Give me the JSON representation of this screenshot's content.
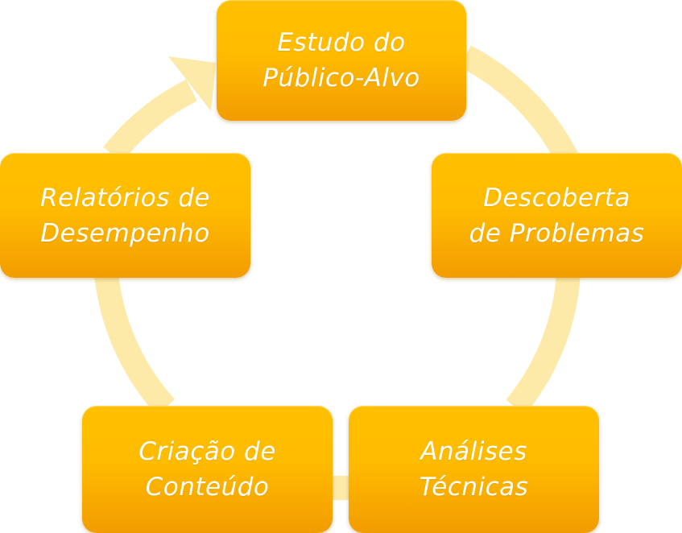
{
  "diagram": {
    "type": "cycle",
    "colors": {
      "node_fill": "#ffbb00",
      "node_text": "#ffffff",
      "ring": "#fde9a8"
    },
    "steps": [
      {
        "label": "Estudo do\nPúblico-Alvo"
      },
      {
        "label": "Descoberta\nde Problemas"
      },
      {
        "label": "Análises\nTécnicas"
      },
      {
        "label": "Criação de\nConteúdo"
      },
      {
        "label": "Relatórios de\nDesempenho"
      }
    ],
    "arrow": {
      "from": "Relatórios de Desempenho",
      "to": "Estudo do Público-Alvo"
    }
  }
}
